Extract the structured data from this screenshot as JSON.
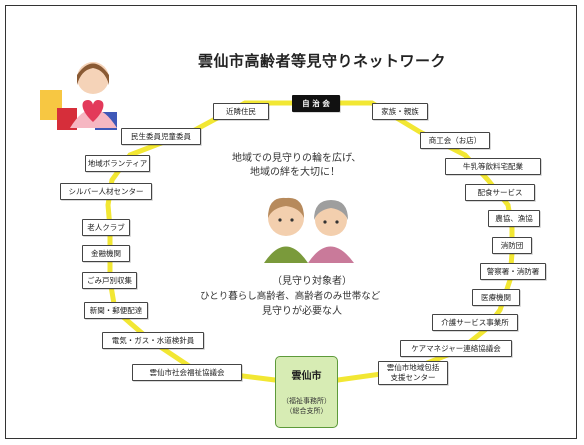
{
  "title": "雲仙市高齢者等見守りネットワーク",
  "top_badge": "自 治 会",
  "message": [
    "地域での見守りの輪を広げ、",
    "地域の絆を大切に！"
  ],
  "target": {
    "heading": "（見守り対象者）",
    "line1": "ひとり暮らし高齢者、高齢者のみ世帯など",
    "line2": "見守りが必要な人"
  },
  "city": {
    "name": "雲仙市",
    "sub1": "（福祉事務所）",
    "sub2": "（総合支所）"
  },
  "left_nodes": [
    "近隣住民",
    "民生委員児童委員",
    "地域ボランティア",
    "シルバー人材センター",
    "老人クラブ",
    "金融機関",
    "ごみ戸別収集",
    "新聞・郵便配達",
    "電気・ガス・水道検針員",
    "雲仙市社会福祉協議会"
  ],
  "right_nodes": [
    "家族・親族",
    "商工会（お店）",
    "牛乳等飲料宅配業",
    "配食サービス",
    "農協、漁協",
    "消防団",
    "警察署・消防署",
    "医療機関",
    "介護サービス事業所",
    "ケアマネジャー連絡協議会"
  ],
  "bottom_right_node": [
    "雲仙市地域包括",
    "支援センター"
  ],
  "colors": {
    "link": "#f2e733",
    "city_fill": "#d7ecb4",
    "city_border": "#5d9a3a"
  },
  "icons": [
    "caregiver-heart-illustration",
    "elderly-couple-illustration"
  ]
}
